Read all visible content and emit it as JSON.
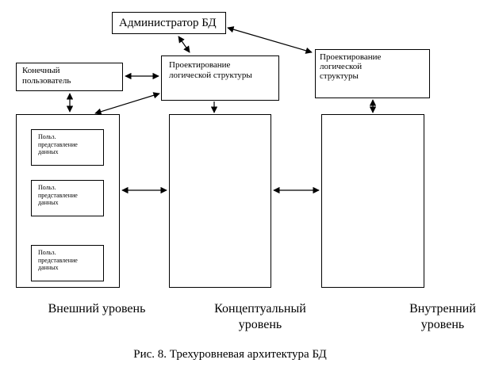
{
  "diagram": {
    "nodes": {
      "db_admin": "Администратор БД",
      "end_user": "Конечный\nпользователь",
      "logical_design_center": "Проектирование\nлогической структуры",
      "logical_design_right": "Проектирование\nлогической\nструктуры",
      "user_views": [
        "Польз.\nпредставление\nданных",
        "Польз.\nпредставление\nданных",
        "Польз.\nпредставление\nданных"
      ]
    },
    "levels": {
      "external": "Внешний уровень",
      "conceptual": "Концептуальный\nуровень",
      "internal": "Внутренний\nуровень"
    },
    "figure_caption": "Рис. 8. Трехуровневая архитектура БД",
    "connectors": [
      {
        "from": "db_admin",
        "to": "logical_design_center",
        "kind": "double-arrow"
      },
      {
        "from": "db_admin",
        "to": "logical_design_right",
        "kind": "double-arrow"
      },
      {
        "from": "end_user",
        "to": "logical_design_center",
        "kind": "double-arrow"
      },
      {
        "from": "end_user",
        "to": "external_level",
        "kind": "double-arrow"
      },
      {
        "from": "logical_design_center",
        "to": "external_level",
        "kind": "double-arrow"
      },
      {
        "from": "logical_design_center",
        "to": "conceptual_level",
        "kind": "arrow"
      },
      {
        "from": "logical_design_right",
        "to": "internal_level",
        "kind": "double-arrow"
      },
      {
        "from": "external_level",
        "to": "conceptual_level",
        "kind": "double-arrow"
      },
      {
        "from": "conceptual_level",
        "to": "internal_level",
        "kind": "double-arrow"
      }
    ]
  }
}
